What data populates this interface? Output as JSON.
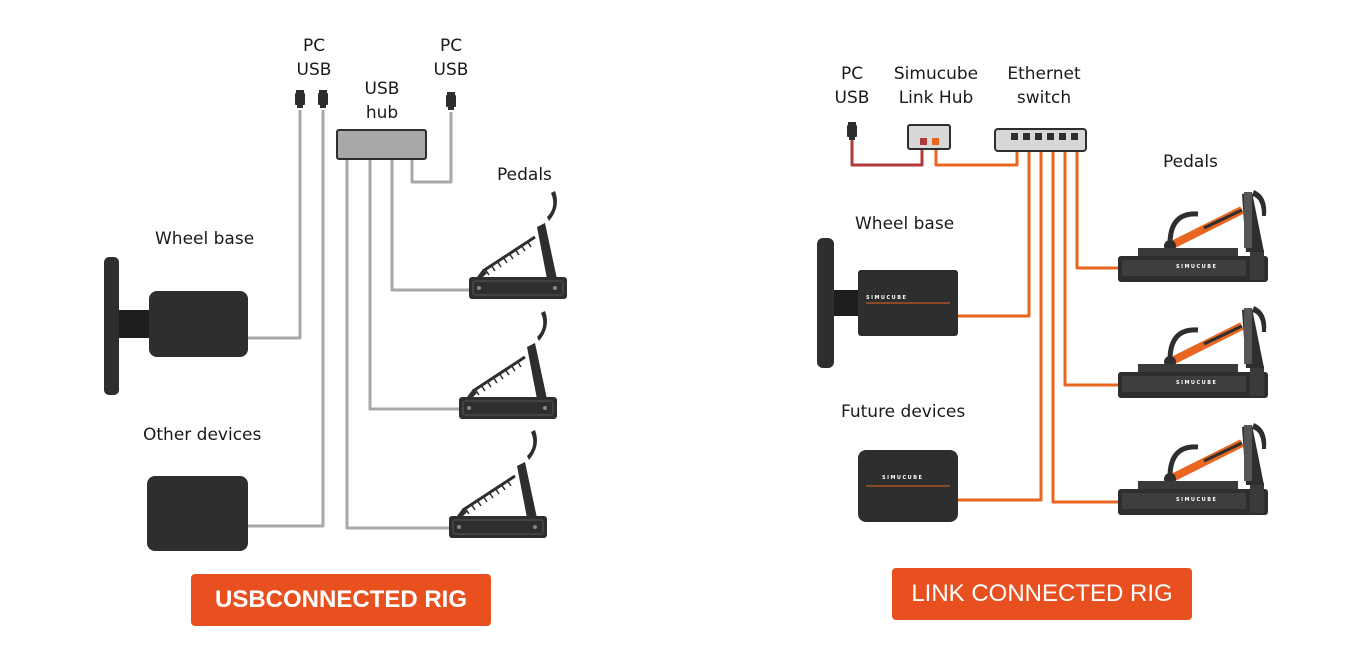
{
  "usb_rig": {
    "pc_usb_left": [
      "PC",
      "USB"
    ],
    "pc_usb_right": [
      "PC",
      "USB"
    ],
    "usb_hub": [
      "USB",
      "hub"
    ],
    "pedals": "Pedals",
    "wheel_base": "Wheel base",
    "other_devices": "Other devices",
    "caption": "USBCONNECTED RIG"
  },
  "link_rig": {
    "pc_usb": [
      "PC",
      "USB"
    ],
    "link_hub": [
      "Simucube",
      "Link Hub"
    ],
    "ethernet_switch": [
      "Ethernet",
      "switch"
    ],
    "pedals": "Pedals",
    "wheel_base": "Wheel base",
    "future_devices": "Future devices",
    "brand": "SIMUCUBE",
    "caption": "LINK CONNECTED RIG"
  },
  "colors": {
    "usb_cable": "#a8a8a8",
    "link_cable": "#e8661f",
    "power_cable": "#b03a3a",
    "device": "#2e2e2e",
    "accent": "#e8501f"
  }
}
